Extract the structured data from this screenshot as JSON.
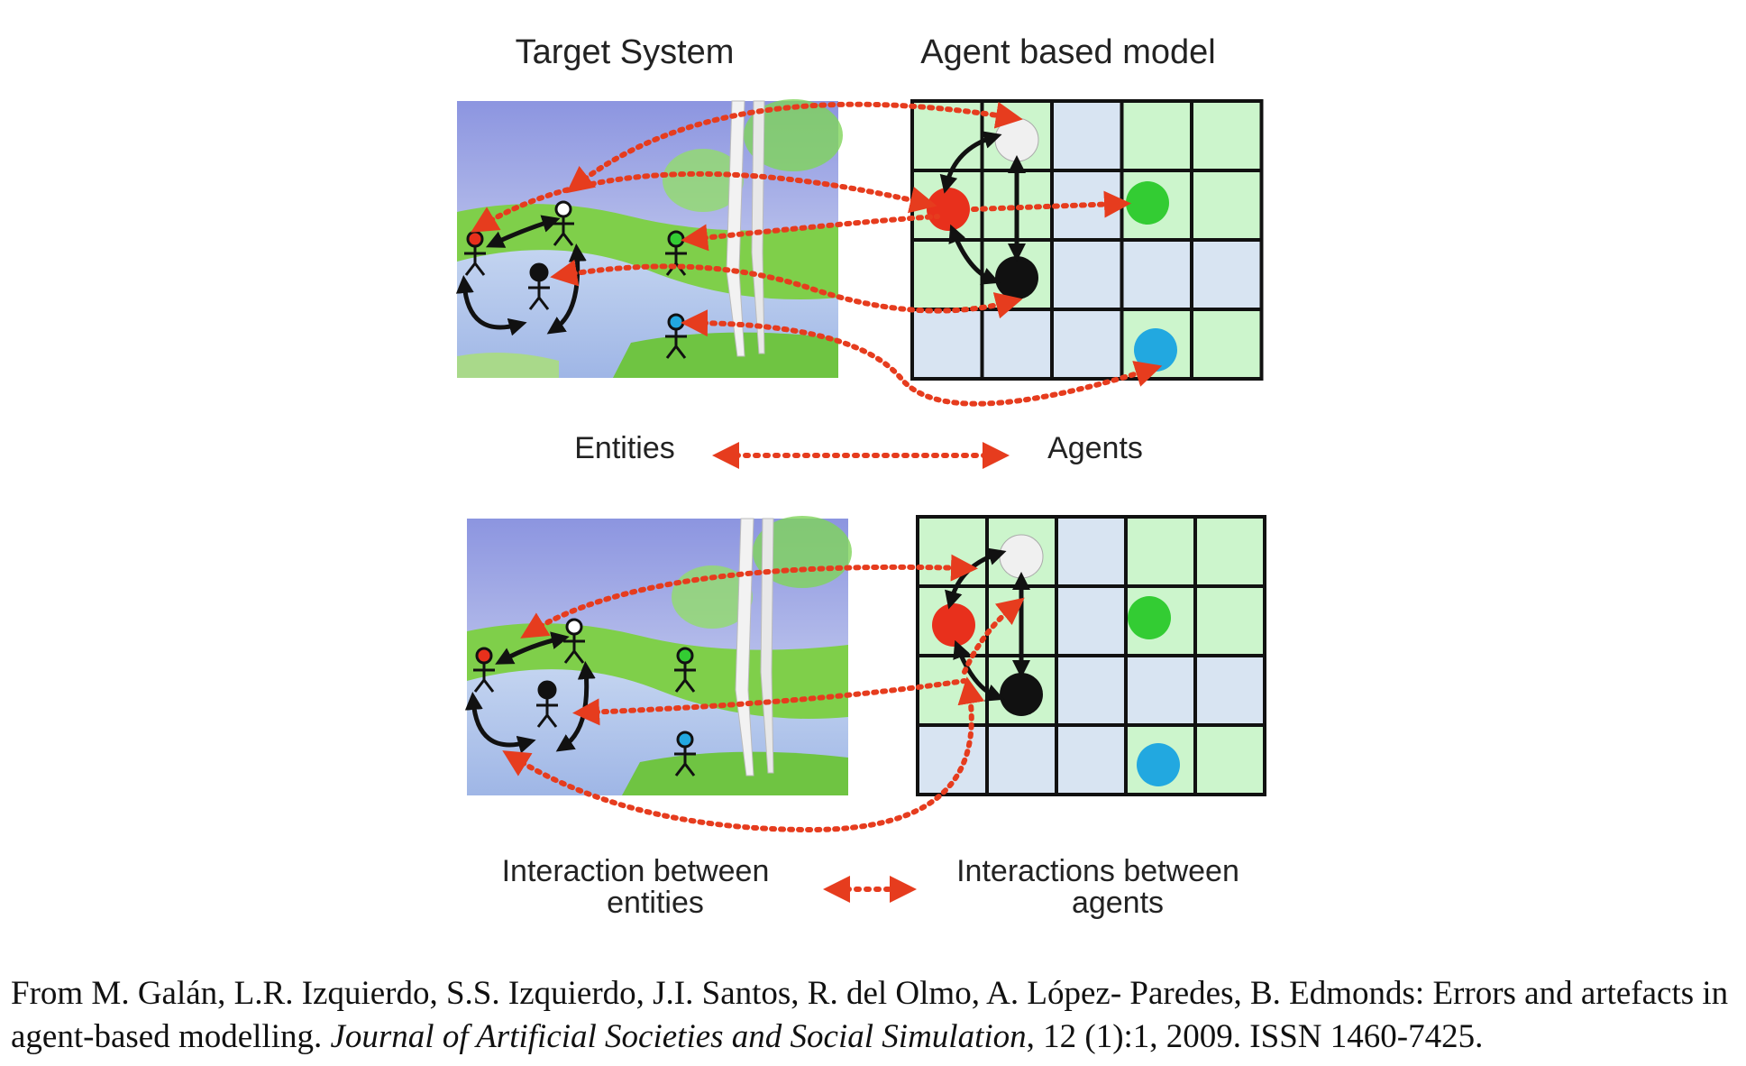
{
  "top": {
    "left_title": "Target System",
    "right_title": "Agent based model",
    "left_label": "Entities",
    "right_label": "Agents"
  },
  "bottom": {
    "left_label_line1": "Interaction between",
    "left_label_line2": "entities",
    "right_label_line1": "Interactions between",
    "right_label_line2": "agents"
  },
  "caption": {
    "text_before": "From M. Galán, L.R. Izquierdo, S.S. Izquierdo, J.I. Santos, R. del Olmo, A. López- Paredes, B. Edmonds: Errors and artefacts in agent-based modelling. ",
    "journal": "Journal of Artificial Societies and Social Simulation",
    "text_after": ", 12 (1):1, 2009. ISSN 1460-7425."
  },
  "colors": {
    "arrow_red": "#e63c1e",
    "grid_green": "#ccf5cc",
    "grid_blue": "#d8e4f2",
    "agent_red": "#e8301c",
    "agent_green": "#33cc33",
    "agent_blue": "#22a8e0",
    "agent_black": "#111111",
    "agent_white": "#f0f0f0"
  },
  "grid_pattern": [
    [
      "g",
      "g",
      "b",
      "g",
      "g"
    ],
    [
      "g",
      "g",
      "b",
      "g",
      "g"
    ],
    [
      "g",
      "g",
      "b",
      "b",
      "b"
    ],
    [
      "b",
      "b",
      "b",
      "g",
      "g"
    ]
  ]
}
